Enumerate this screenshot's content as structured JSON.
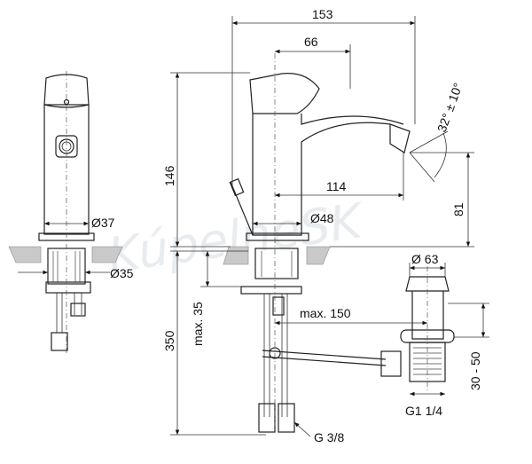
{
  "watermark": "KúpelneSK",
  "dimensions": {
    "total_depth": "153",
    "spout_reach_top": "66",
    "height_body": "146",
    "spout_reach": "114",
    "outlet_height": "81",
    "angle": "32° ± 10°",
    "body_diameter_front": "Ø37",
    "body_diameter_side": "Ø48",
    "mount_diameter": "Ø35",
    "max_thickness": "max. 35",
    "below_height": "350",
    "max_150": "max. 150",
    "waste_diameter": "Ø 63",
    "waste_range": "30 - 50",
    "waste_thread": "G1 1/4",
    "hose_thread": "G 3/8"
  }
}
